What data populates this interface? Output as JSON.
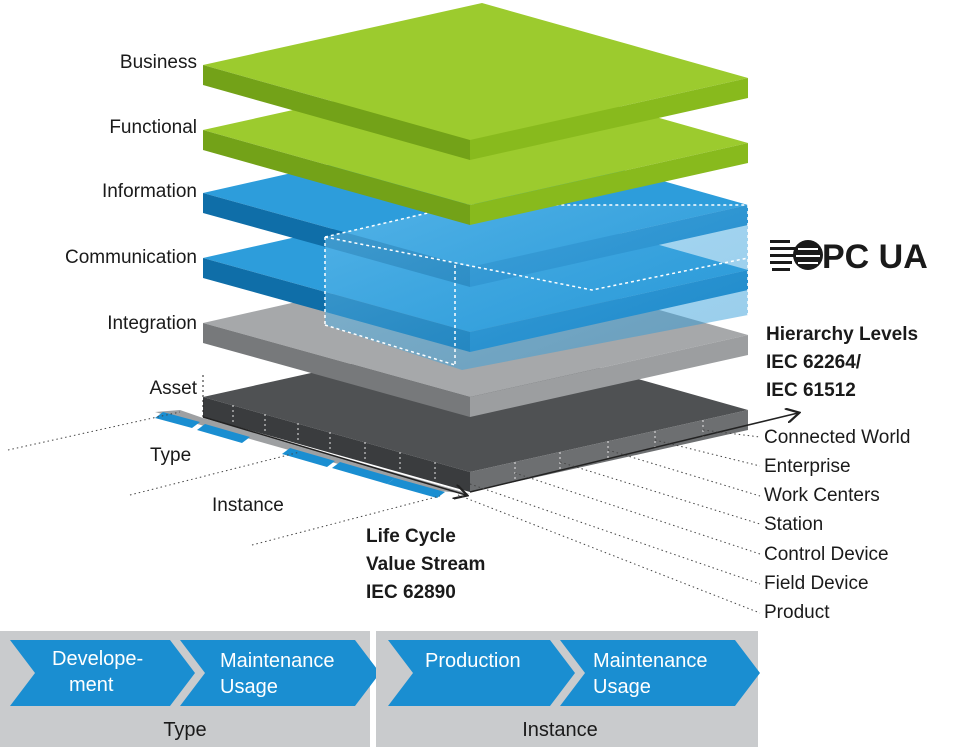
{
  "layers": {
    "business": "Business",
    "functional": "Functional",
    "information": "Information",
    "communication": "Communication",
    "integration": "Integration",
    "asset": "Asset"
  },
  "logo": {
    "text": "PC UA"
  },
  "hierarchy": {
    "title_lines": [
      "Hierarchy Levels",
      "IEC 62264/",
      "IEC 61512"
    ],
    "levels": [
      "Connected World",
      "Enterprise",
      "Work Centers",
      "Station",
      "Control Device",
      "Field Device",
      "Product"
    ]
  },
  "lifecycle": {
    "type_label": "Type",
    "instance_label": "Instance",
    "title_lines": [
      "Life Cycle",
      "Value Stream",
      "IEC 62890"
    ]
  },
  "bottom": {
    "type": {
      "steps": [
        {
          "lines": [
            "Develope-",
            "ment"
          ]
        },
        {
          "lines": [
            "Maintenance",
            "Usage"
          ]
        }
      ],
      "label": "Type"
    },
    "instance": {
      "steps": [
        {
          "lines": [
            "Production"
          ]
        },
        {
          "lines": [
            "Maintenance",
            "Usage"
          ]
        }
      ],
      "label": "Instance"
    }
  },
  "colors": {
    "green": "#8dc21f",
    "blue": "#1a8ed1",
    "grey": "#8d8f91",
    "dark": "#4a4c4e"
  }
}
